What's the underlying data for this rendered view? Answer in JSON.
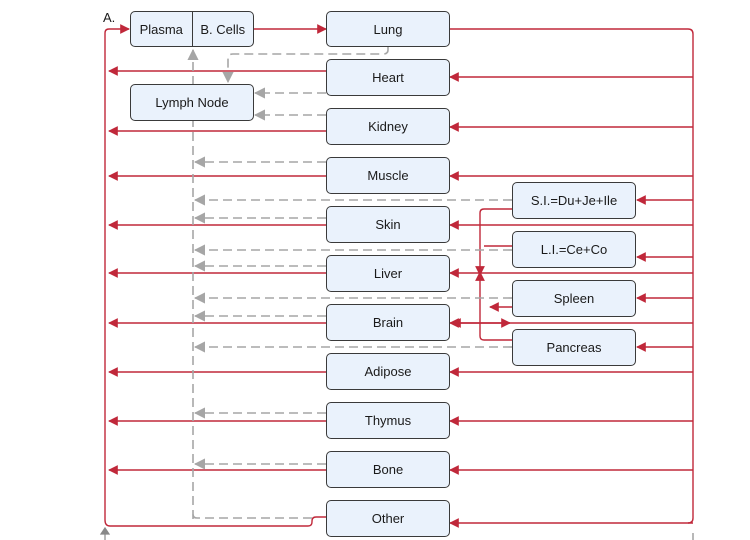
{
  "panel_label": "A.",
  "colors": {
    "arterial": "#c0283a",
    "lymph": "#a6a6a6",
    "node_fill": "#eaf2fc",
    "node_border": "#3a3a3a"
  },
  "nodes": {
    "plasma": "Plasma",
    "b_cells": "B. Cells",
    "lung": "Lung",
    "heart": "Heart",
    "lymph_node": "Lymph Node",
    "kidney": "Kidney",
    "muscle": "Muscle",
    "skin": "Skin",
    "liver": "Liver",
    "brain": "Brain",
    "adipose": "Adipose",
    "thymus": "Thymus",
    "bone": "Bone",
    "other": "Other",
    "si": "S.I.=Du+Je+Ile",
    "li": "L.I.=Ce+Co",
    "spleen": "Spleen",
    "pancreas": "Pancreas"
  }
}
